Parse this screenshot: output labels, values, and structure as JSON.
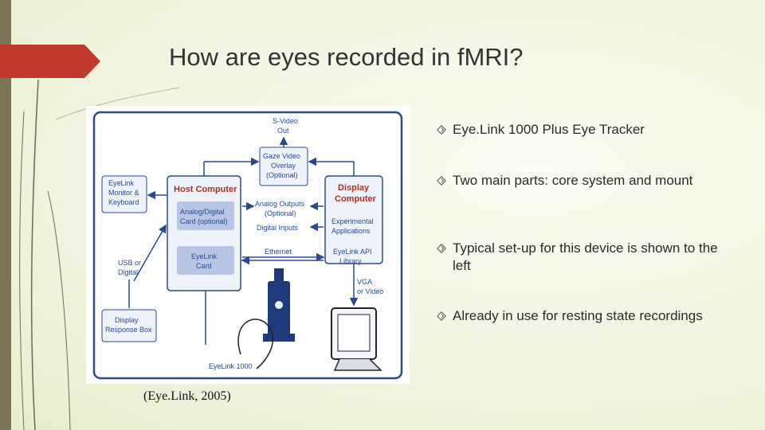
{
  "slide": {
    "title": "How are eyes recorded in fΜRI?",
    "citation": "(Eye.Link, 2005)",
    "accent_color": "#c0392b"
  },
  "bullets": [
    {
      "icon": "diamond-outline-icon",
      "text": "Eye.Link 1000 Plus Eye Tracker"
    },
    {
      "icon": "diamond-outline-icon",
      "text": "Two main parts: core system and mount"
    },
    {
      "icon": "diamond-outline-icon",
      "text": "Typical set-up for this device is shown to the left"
    },
    {
      "icon": "diamond-outline-icon",
      "text": "Already in use for resting state recordings"
    }
  ],
  "diagram": {
    "svideo": [
      "S-Video",
      "Out"
    ],
    "gaze_overlay": [
      "Gaze Video",
      "Overlay",
      "(Optional)"
    ],
    "monitor": [
      "EyeLink",
      "Monitor &",
      "Keyboard"
    ],
    "host_computer": "Host Computer",
    "analog_card": [
      "Analog/Digital",
      "Card (optional)"
    ],
    "eyelink_card": [
      "EyeLink",
      "Card"
    ],
    "analog_outputs": [
      "Analog Outputs",
      "(Optional)"
    ],
    "digital_inputs": "Digital Inputs",
    "ethernet": "Ethernet",
    "display_computer": [
      "Display",
      "Computer"
    ],
    "experimental": [
      "Experimental",
      "Applications"
    ],
    "api_library": [
      "EyeLink API",
      "Library"
    ],
    "usb": [
      "USB or",
      "Digital"
    ],
    "vga": [
      "VGA",
      "or Video"
    ],
    "response_box": [
      "Display",
      "Response Box"
    ],
    "eyelink_label": "EyeLink 1000"
  }
}
